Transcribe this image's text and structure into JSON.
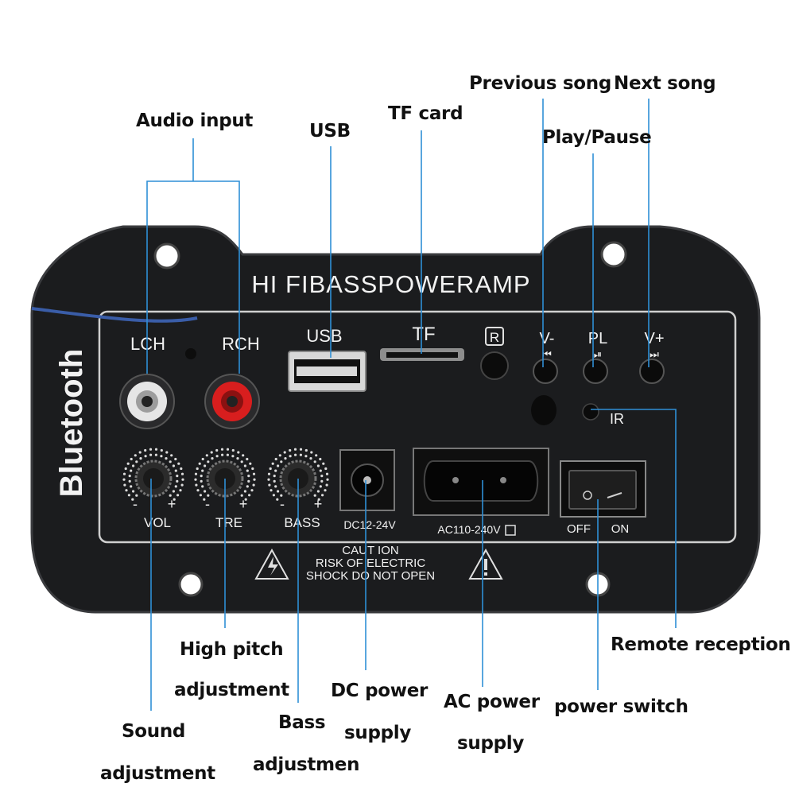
{
  "callouts": {
    "audio_input": "Audio input",
    "usb": "USB",
    "tf_card": "TF card",
    "previous_song": "Previous song",
    "next_song": "Next song",
    "play_pause": "Play/Pause",
    "high_pitch_1": "High pitch",
    "high_pitch_2": "adjustment",
    "dc_power_1": "DC power",
    "dc_power_2": "supply",
    "ac_power_1": "AC power",
    "ac_power_2": "supply",
    "remote_reception": "Remote reception",
    "power_switch": "power switch",
    "sound_1": "Sound",
    "sound_2": "adjustment",
    "bass_1": "Bass",
    "bass_2": "adjustmen"
  },
  "panel": {
    "brand_title": "HI FIBASSPOWERAMP",
    "side_label": "Bluetooth",
    "lch": "LCH",
    "rch": "RCH",
    "usb": "USB",
    "tf": "TF",
    "r_badge": "R",
    "v_minus": "V-",
    "pl": "PL",
    "v_plus": "V+",
    "prev_glyph": "⏮",
    "play_glyph": "⏯",
    "next_glyph": "⏭",
    "ir": "IR",
    "vol": "VOL",
    "tre": "TRE",
    "bass": "BASS",
    "minus": "-",
    "plus": "+",
    "dc_label": "DC12-24V",
    "ac_label": "AC110-240V",
    "off": "OFF",
    "on": "ON",
    "caution_1": "CAUT ION",
    "caution_2": "RISK OF ELECTRIC",
    "caution_3": "SHOCK DO NOT OPEN"
  },
  "colors": {
    "panel": "#1b1c1e",
    "panel_edge": "#3a3b3e",
    "callout_line": "#2f8fd6",
    "rca_left": "#e6e6e6",
    "rca_right": "#d81e1e",
    "cable": "#3a5da8"
  }
}
